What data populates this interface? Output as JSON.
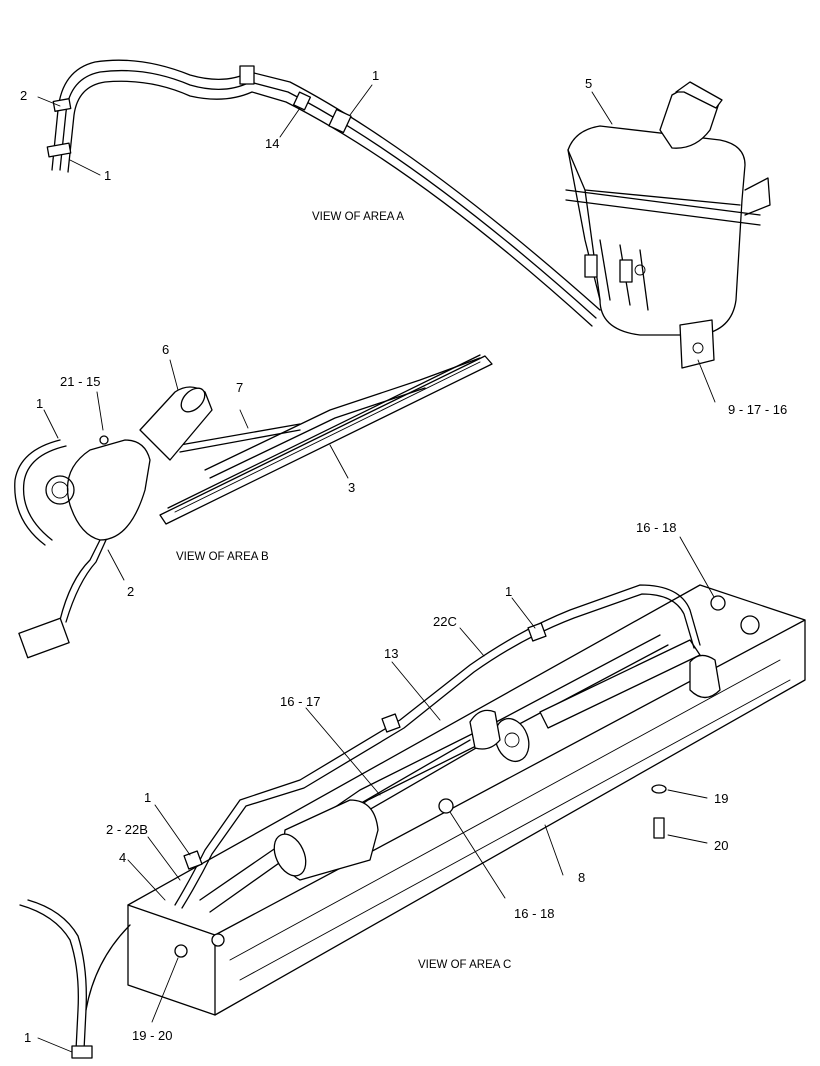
{
  "views": {
    "a": "VIEW OF AREA A",
    "b": "VIEW OF AREA B",
    "c": "VIEW OF AREA C"
  },
  "callouts": {
    "a_1_top": "1",
    "a_2": "2",
    "a_1_left": "1",
    "a_14": "14",
    "a_5": "5",
    "a_9_17_16": "9 - 17 - 16",
    "b_6": "6",
    "b_21_15": "21 - 15",
    "b_1": "1",
    "b_7": "7",
    "b_3": "3",
    "b_2": "2",
    "c_16_18_top": "16 - 18",
    "c_1_top": "1",
    "c_22c": "22C",
    "c_13": "13",
    "c_16_17": "16 - 17",
    "c_1_mid": "1",
    "c_2_22b": "2 - 22B",
    "c_4": "4",
    "c_19": "19",
    "c_20": "20",
    "c_8": "8",
    "c_16_18_bottom": "16 - 18",
    "c_1_bottom": "1",
    "c_19_20": "19 - 20"
  }
}
